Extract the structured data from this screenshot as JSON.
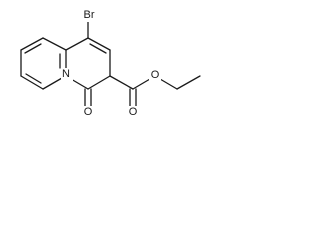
{
  "molecule": {
    "atoms": {
      "bromine": "Br",
      "ring_nitrogen": "N",
      "carbonyl_oxygen": "O",
      "ester_carbonyl_oxygen": "O",
      "ester_ether_oxygen": "O"
    }
  }
}
